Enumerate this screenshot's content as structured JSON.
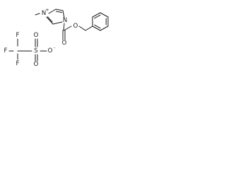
{
  "structure": {
    "cation": {
      "methyl_n": {
        "symbol": "N",
        "charge": "+"
      },
      "acyl_n": {
        "symbol": "N"
      },
      "carbonyl_o": {
        "symbol": "O"
      },
      "ester_o": {
        "symbol": "O"
      }
    },
    "anion": {
      "fluorine_1": {
        "symbol": "F"
      },
      "fluorine_2": {
        "symbol": "F"
      },
      "fluorine_3": {
        "symbol": "F"
      },
      "sulfur": {
        "symbol": "S"
      },
      "oxygen_top": {
        "symbol": "O"
      },
      "oxygen_bottom": {
        "symbol": "O"
      },
      "oxygen_charged": {
        "symbol": "O",
        "charge": "-"
      }
    }
  }
}
